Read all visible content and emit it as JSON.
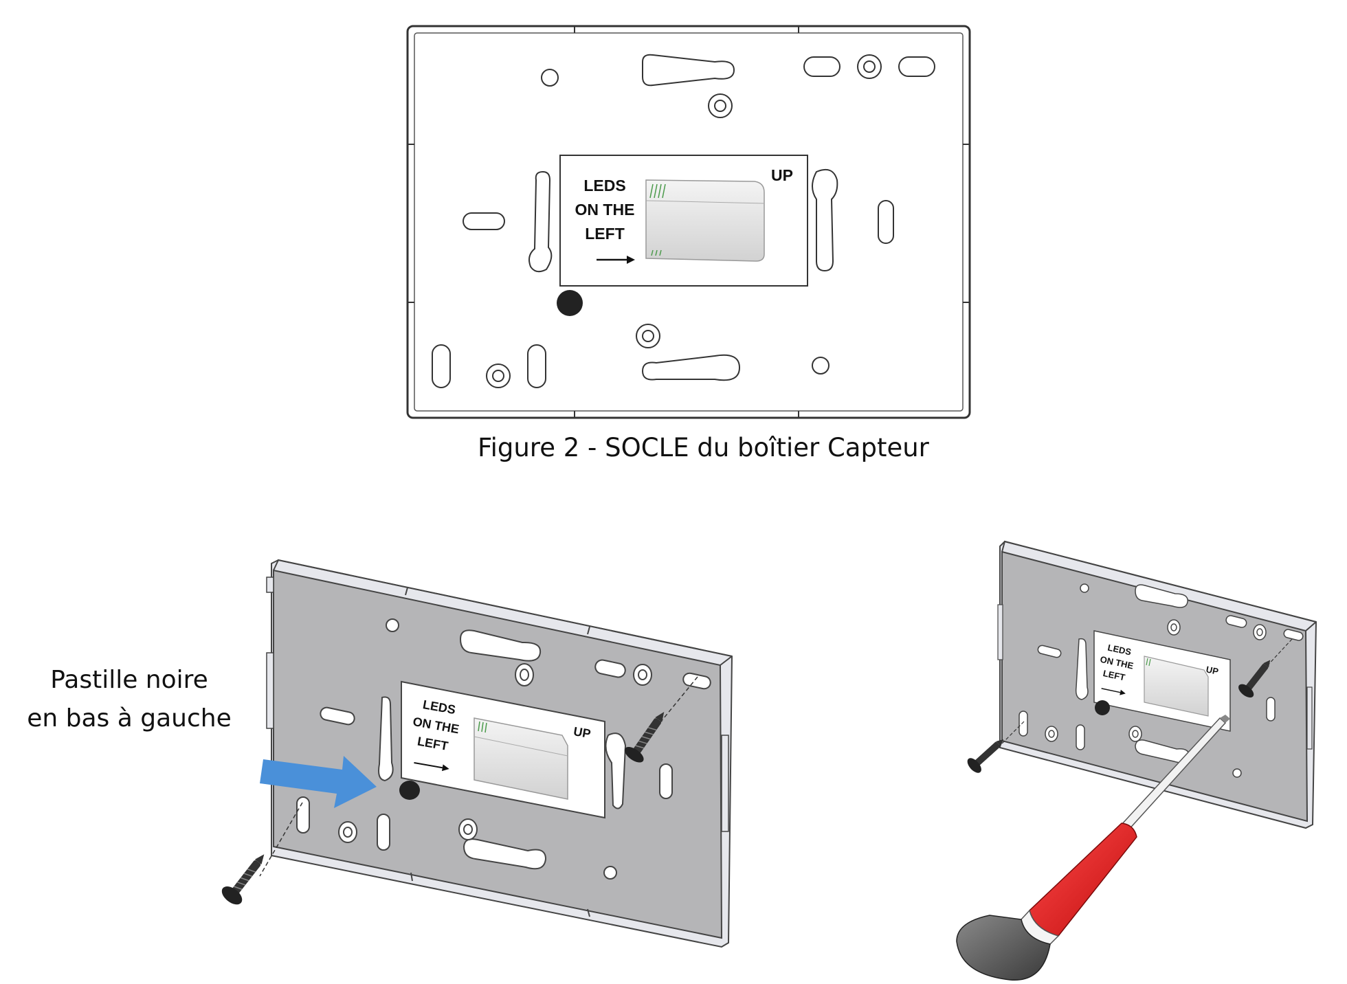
{
  "figure": {
    "caption": "Figure 2 - SOCLE du boîtier Capteur",
    "label_leds": [
      "LEDS",
      "ON THE",
      "LEFT"
    ],
    "label_up": "UP"
  },
  "callout": {
    "line1": "Pastille noire",
    "line2": "en bas à gauche",
    "arrow_color": "#4A90D9"
  },
  "colors": {
    "plate_gray": "#B5B5B7",
    "plate_edge": "#E6E7EC",
    "screwdriver_red": "#E81E1E",
    "screwdriver_cap": "#555555",
    "pastille": "#222222"
  }
}
